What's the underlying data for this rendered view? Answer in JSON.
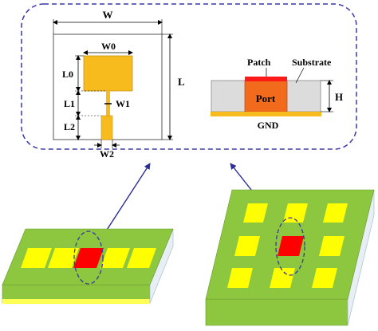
{
  "dimension_labels": {
    "W": "W",
    "W0": "W0",
    "L0": "L0",
    "L1": "L1",
    "W1": "W1",
    "L2": "L2",
    "W2": "W2",
    "L": "L",
    "H": "H"
  },
  "cross_section_labels": {
    "patch": "Patch",
    "substrate": "Substrate",
    "port": "Port",
    "gnd": "GND"
  },
  "colors": {
    "patch_fill": "#f7bb1d",
    "substrate_top": "#8dc63f",
    "substrate_side": "#dcdcdc",
    "ground_strip": "#ffff55",
    "element_fill": "#ffff00",
    "highlight_element": "#ff0000",
    "port_fill": "#f26a1b",
    "dashed_border": "#3a36a8",
    "arrow": "#2b2b9a"
  },
  "arrays": {
    "left": {
      "rows": 1,
      "cols": 5,
      "highlight_index": 2
    },
    "right": {
      "rows": 3,
      "cols": 3,
      "highlight_index": 4
    }
  }
}
